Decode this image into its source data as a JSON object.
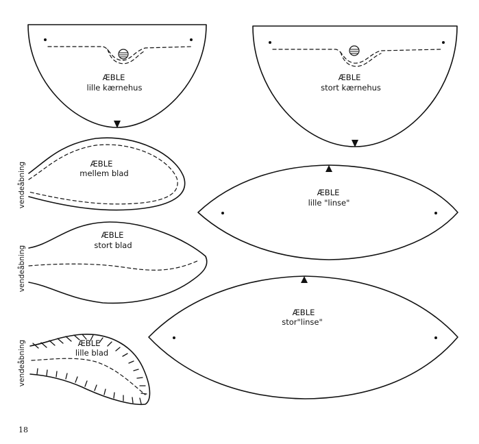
{
  "shared": {
    "title": "ÆBLE",
    "turn_opening": "vendeåbning"
  },
  "pieces": {
    "small_core": {
      "subtitle": "lille kærnehus"
    },
    "large_core": {
      "subtitle": "stort kærnehus"
    },
    "medium_leaf": {
      "subtitle": "mellem blad"
    },
    "large_leaf": {
      "subtitle": "stort blad"
    },
    "small_leaf": {
      "subtitle": "lille blad"
    },
    "small_lens": {
      "subtitle": "lille \"linse\""
    },
    "large_lens": {
      "subtitle": "stor\"linse\""
    }
  },
  "page_number": "18"
}
